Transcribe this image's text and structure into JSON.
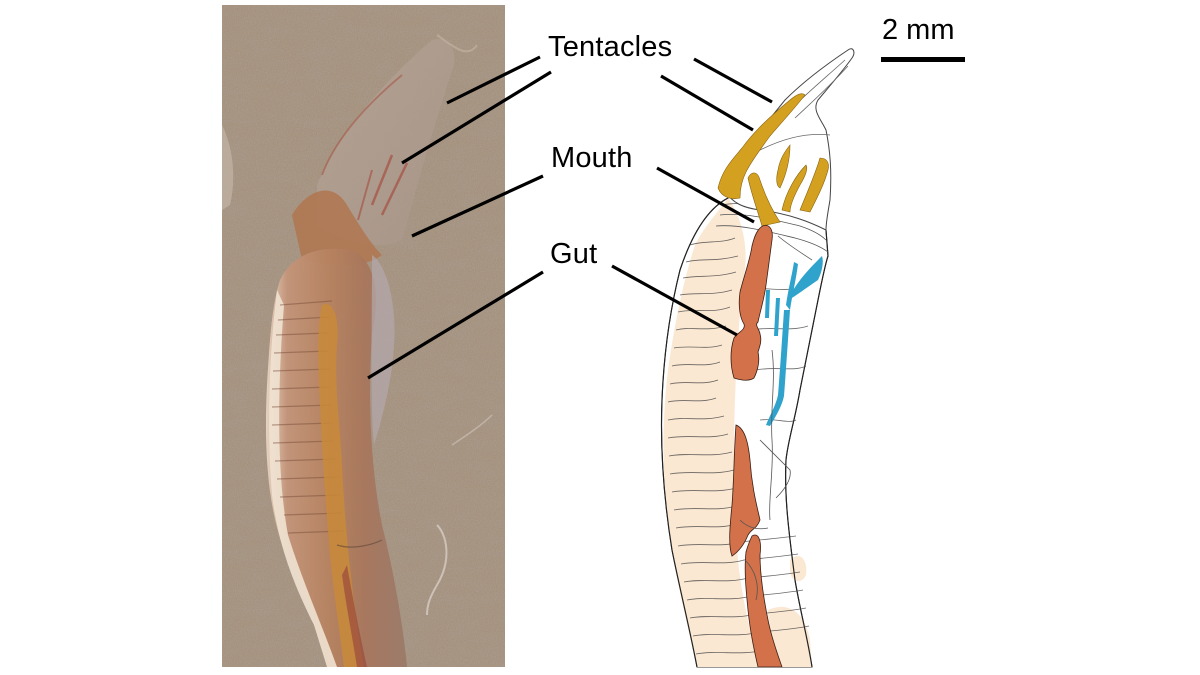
{
  "figure": {
    "labels": {
      "tentacles": "Tentacles",
      "mouth": "Mouth",
      "gut": "Gut"
    },
    "scale_bar": {
      "text": "2 mm"
    },
    "panels": [
      {
        "name": "fossil-photograph",
        "description": "Photograph of fossil specimen on rock matrix"
      },
      {
        "name": "interpretive-drawing",
        "description": "Line drawing interpretation of the specimen"
      }
    ],
    "colors": {
      "rock": "#a08a74",
      "tentacle_fill": "#d4a020",
      "gut_fill": "#d2714a",
      "body_fill": "#fbe8d3",
      "blue_structure": "#2fa3cc",
      "line": "#000000"
    }
  }
}
